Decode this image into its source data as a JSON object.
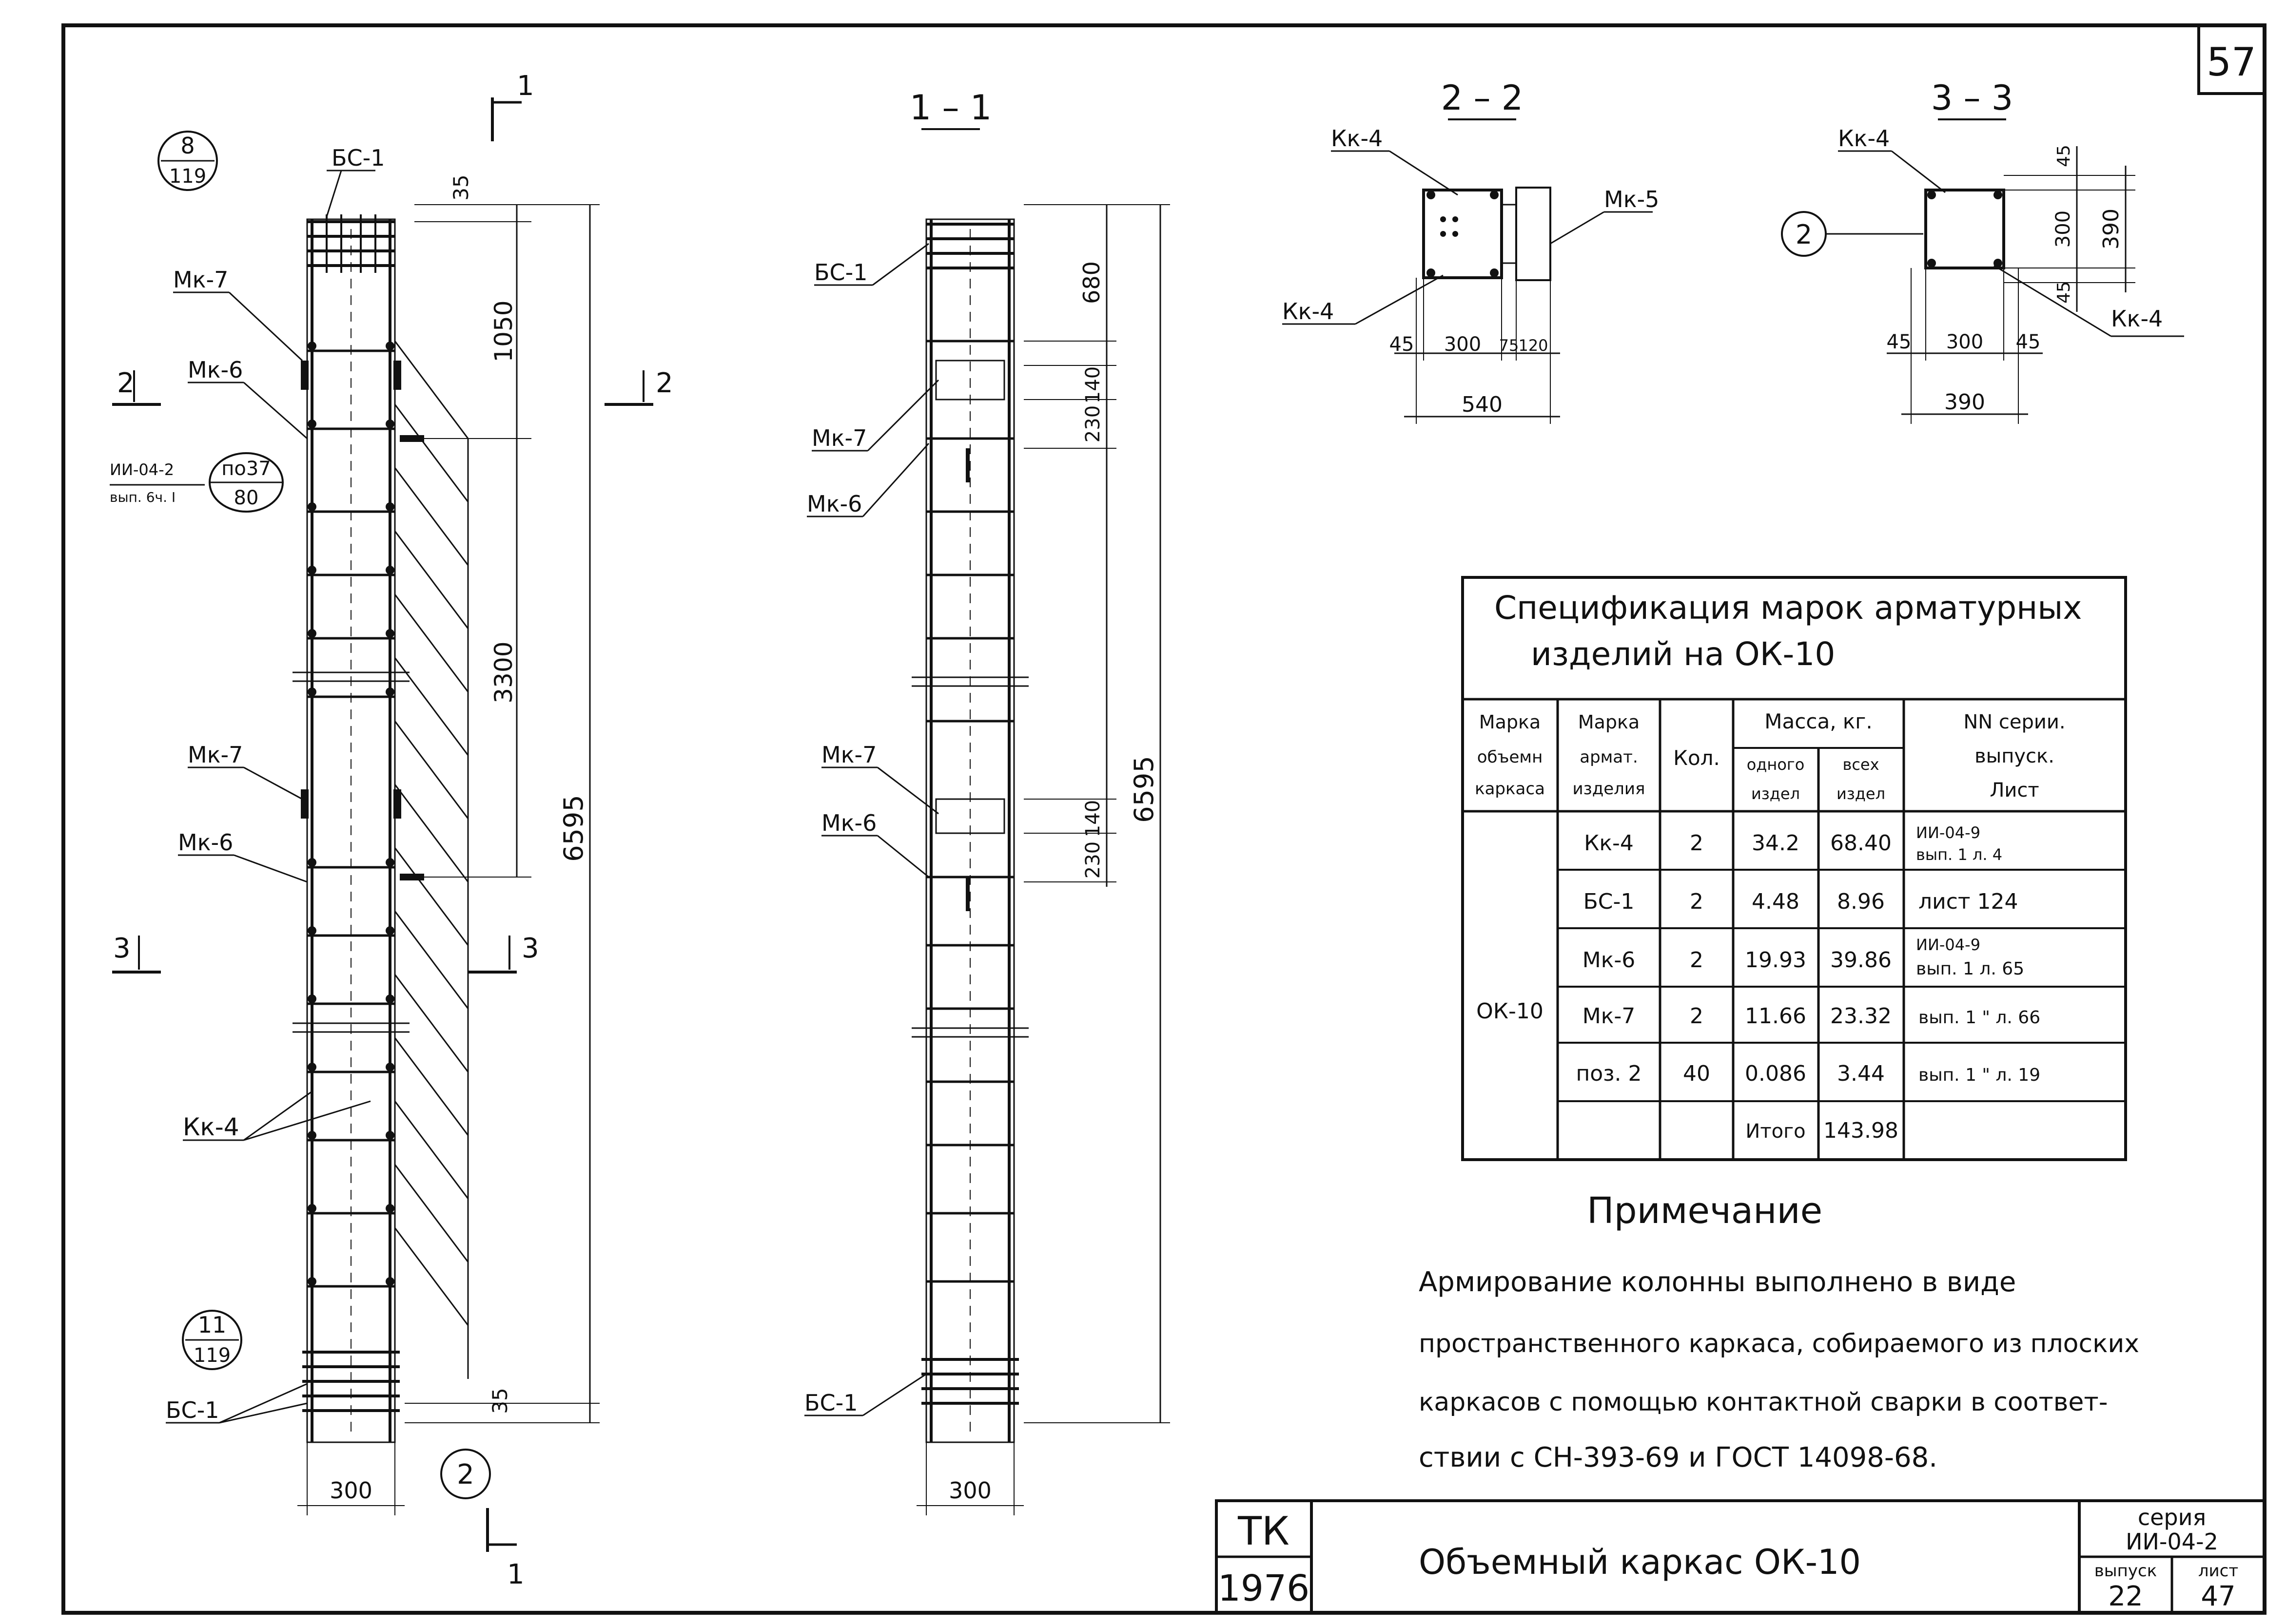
{
  "page_number": "57",
  "elevation": {
    "callout_top": {
      "num": "8",
      "sheet": "119"
    },
    "callout_bottom": {
      "num": "11",
      "sheet": "119"
    },
    "section_1_label_top": "1",
    "section_1_label_bottom": "1",
    "section_2_label": "2",
    "section_3_label": "3",
    "ref_label_1": "ИИ-04-2",
    "ref_label_2": "вып. 6ч. I",
    "ref_callout_top": "по37",
    "ref_callout_bottom": "80",
    "labels": {
      "bs1_top": "БС-1",
      "mk7_top": "Мк-7",
      "mk6_top": "Мк-6",
      "mk7_mid": "Мк-7",
      "mk6_mid": "Мк-6",
      "kk4": "Кк-4",
      "bs1_bottom": "БС-1"
    },
    "dims": {
      "d35_top": "35",
      "d1050": "1050",
      "d3300": "3300",
      "d6595": "6595",
      "d35_bottom": "35",
      "d300": "300"
    },
    "position_mark": "2"
  },
  "section_1_1": {
    "title": "1 – 1",
    "labels": {
      "bs1_top": "БС-1",
      "mk7_top": "Мк-7",
      "mk6_top": "Мк-6",
      "mk7_mid": "Мк-7",
      "mk6_mid": "Мк-6",
      "bs1_bottom": "БС-1"
    },
    "dims": {
      "d680": "680",
      "d140_top": "140",
      "d230_top": "230",
      "d6595": "6595",
      "d140_mid": "140",
      "d230_mid": "230",
      "d300": "300"
    }
  },
  "section_2_2": {
    "title": "2 – 2",
    "labels": {
      "kk4_top": "Кк-4",
      "kk4_bottom": "Кк-4",
      "mk5": "Мк-5"
    },
    "dims": {
      "d45": "45",
      "d300": "300",
      "d75": "75",
      "d120": "120",
      "d540": "540"
    }
  },
  "section_3_3": {
    "title": "3 – 3",
    "labels": {
      "kk4_top": "Кк-4",
      "kk4_bottom": "Кк-4"
    },
    "position_mark": "2",
    "dims": {
      "h45_top": "45",
      "h300": "300",
      "h45_bottom": "45",
      "h390": "390",
      "w45_left": "45",
      "w300": "300",
      "w45_right": "45",
      "w390": "390"
    }
  },
  "spec_table": {
    "title_line1": "Спецификация марок арматурных",
    "title_line2": "изделий на ОК-10",
    "headers": {
      "col1": [
        "Марка",
        "объемн",
        "каркаса"
      ],
      "col2": [
        "Марка",
        "армат.",
        "изделия"
      ],
      "col3": "Кол.",
      "mass": "Масса, кг.",
      "mass_one": [
        "одного",
        "издел"
      ],
      "mass_all": [
        "всех",
        "издел"
      ],
      "series": [
        "NN серии.",
        "выпуск.",
        "Лист"
      ]
    },
    "group_mark": "ОК-10",
    "rows": [
      {
        "item": "Кк-4",
        "qty": "2",
        "one": "34.2",
        "all": "68.40",
        "ref1": "ИИ-04-9",
        "ref2": "вып. 1 л. 4"
      },
      {
        "item": "БС-1",
        "qty": "2",
        "one": "4.48",
        "all": "8.96",
        "ref1": "лист 124",
        "ref2": ""
      },
      {
        "item": "Мк-6",
        "qty": "2",
        "one": "19.93",
        "all": "39.86",
        "ref1": "ИИ-04-9",
        "ref2": "вып. 1 л. 65"
      },
      {
        "item": "Мк-7",
        "qty": "2",
        "one": "11.66",
        "all": "23.32",
        "ref1": "вып. 1 \" л. 66",
        "ref2": ""
      },
      {
        "item": "поз. 2",
        "qty": "40",
        "one": "0.086",
        "all": "3.44",
        "ref1": "вып. 1 \" л. 19",
        "ref2": ""
      }
    ],
    "total_label": "Итого",
    "total_value": "143.98"
  },
  "note": {
    "title": "Примечание",
    "lines": [
      "Армирование колонны выполнено в виде",
      "пространственного каркаса, собираемого из плоских",
      "каркасов с помощью контактной сварки в соответ-",
      "ствии с СН-393-69 и ГОСТ 14098-68."
    ]
  },
  "title_block": {
    "org": "ТК",
    "year": "1976",
    "title": "Объемный каркас ОК-10",
    "series_label": "серия",
    "series_value": "ИИ-04-2",
    "issue_label": "выпуск",
    "issue_value": "22",
    "sheet_label": "лист",
    "sheet_value": "47"
  }
}
